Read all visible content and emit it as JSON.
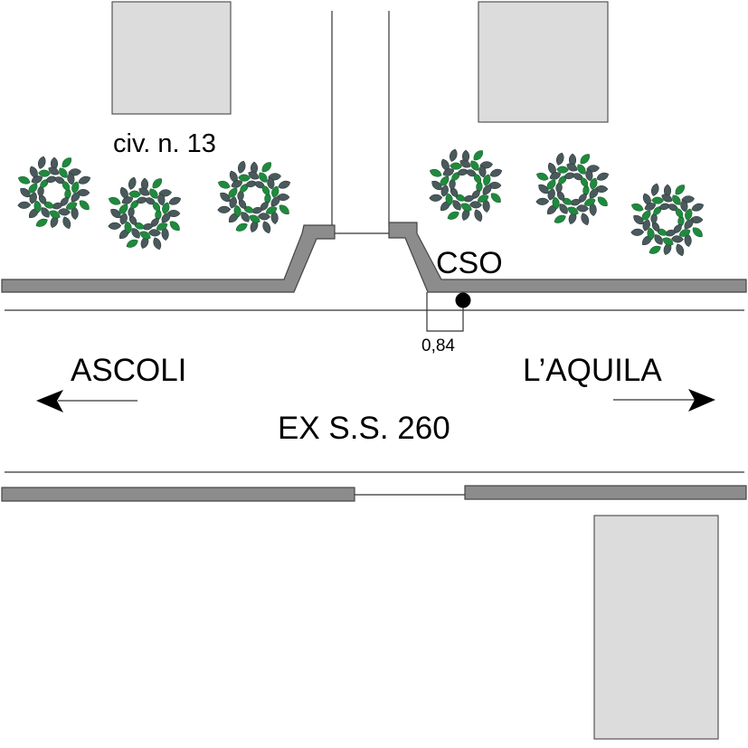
{
  "labels": {
    "house_number": "civ. n. 13",
    "marker": "CSO",
    "measurement": "0,84",
    "direction_left": "ASCOLI",
    "direction_right": "L’AQUILA",
    "road_name": "EX S.S. 260"
  },
  "colors": {
    "background": "#ffffff",
    "building_fill": "#dcdcdc",
    "building_stroke": "#555555",
    "curb_fill": "#8c8c8c",
    "curb_stroke": "#444444",
    "line": "#333333",
    "foliage_dark": "#4a5a5c",
    "foliage_green": "#1f8a3e",
    "arrow": "#000000",
    "marker": "#000000"
  },
  "icons": {
    "tree": "tree-icon",
    "arrow_left": "arrow-left-icon",
    "arrow_right": "arrow-right-icon",
    "marker": "marker-dot-icon"
  }
}
